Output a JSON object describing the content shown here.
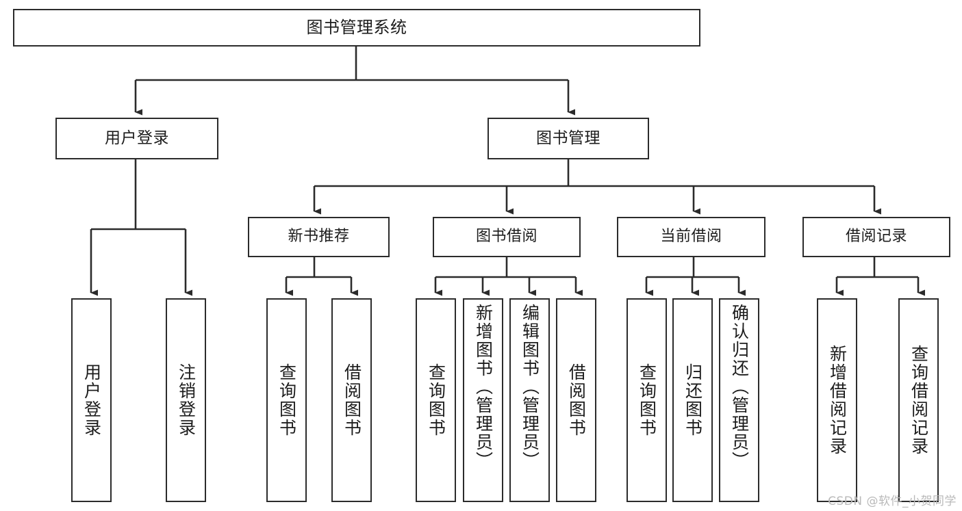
{
  "diagram": {
    "type": "tree-hierarchy",
    "title": "图书管理系统",
    "root": {
      "label": "图书管理系统"
    },
    "level2": [
      {
        "label": "用户登录"
      },
      {
        "label": "图书管理"
      }
    ],
    "level3": [
      {
        "label": "新书推荐"
      },
      {
        "label": "图书借阅"
      },
      {
        "label": "当前借阅"
      },
      {
        "label": "借阅记录"
      }
    ],
    "leaves_user_login": [
      {
        "label": "用户登录"
      },
      {
        "label": "注销登录"
      }
    ],
    "leaves_new_book": [
      {
        "label": "查询图书"
      },
      {
        "label": "借阅图书"
      }
    ],
    "leaves_borrow": [
      {
        "label": "查询图书"
      },
      {
        "label": "新增图书（管理员）"
      },
      {
        "label": "编辑图书（管理员）"
      },
      {
        "label": "借阅图书"
      }
    ],
    "leaves_current": [
      {
        "label": "查询图书"
      },
      {
        "label": "归还图书"
      },
      {
        "label": "确认归还（管理员）"
      }
    ],
    "leaves_records": [
      {
        "label": "新增借阅记录"
      },
      {
        "label": "查询借阅记录"
      }
    ]
  },
  "watermark": {
    "text": "CSDN @软件_小贺同学"
  },
  "colors": {
    "border": "#2b2b2b",
    "text": "#1c1c1c",
    "background": "#ffffff",
    "edge": "#333333",
    "watermark": "#b9b9b9"
  }
}
